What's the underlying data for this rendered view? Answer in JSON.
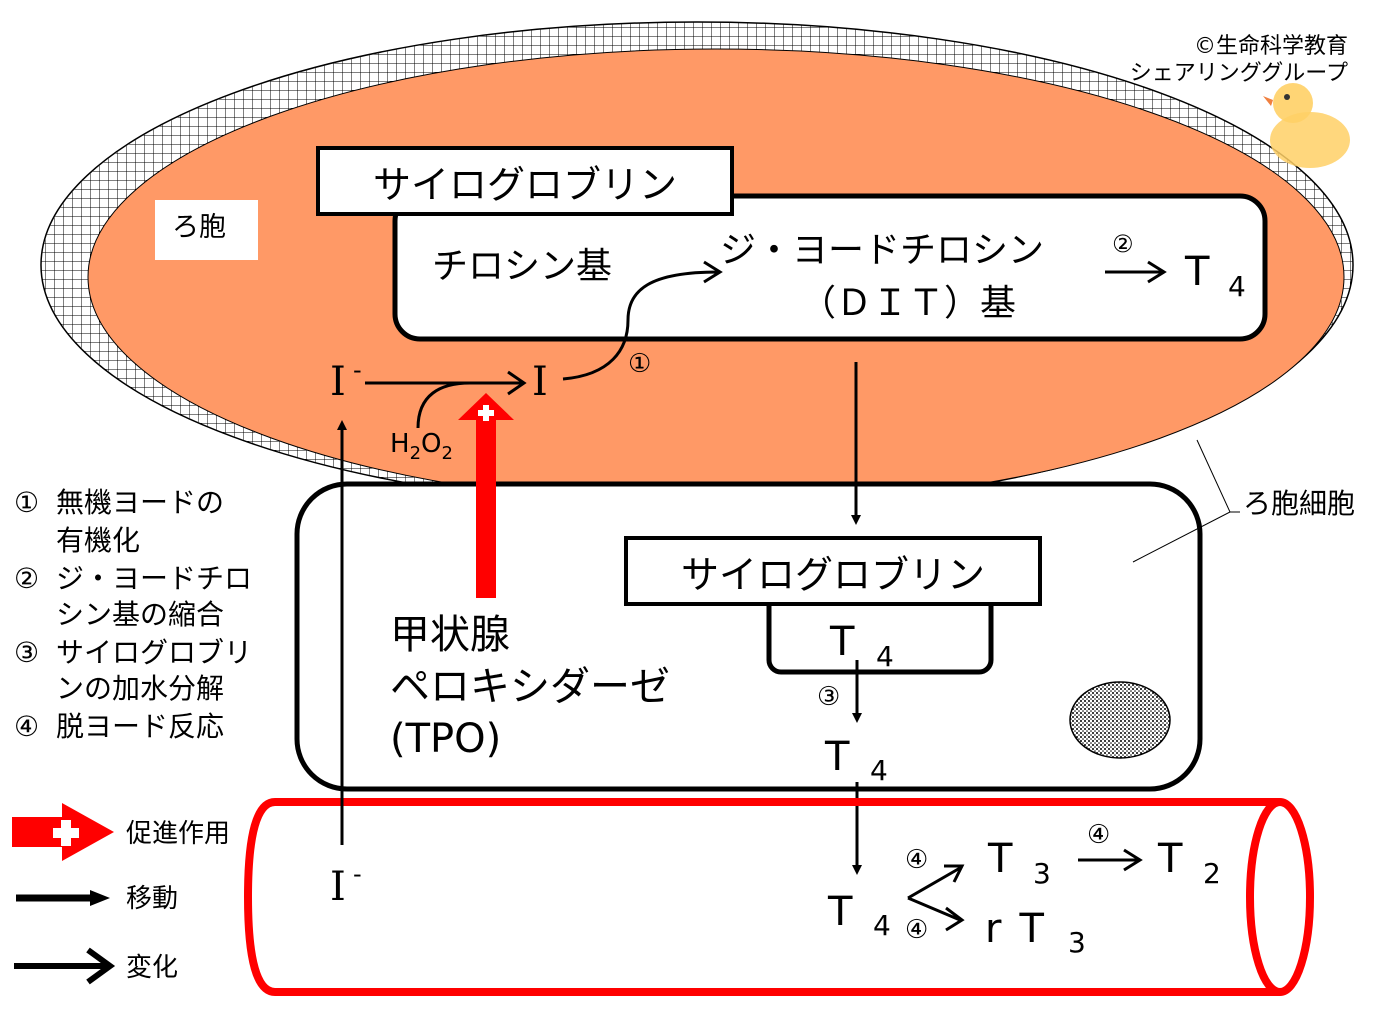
{
  "copyright": {
    "line1": "©生命科学教育",
    "line2": "シェアリンググループ"
  },
  "colloid": {
    "label": "ろ胞",
    "color": "#FF9966"
  },
  "thyroglobulin_top": "サイログロブリン",
  "tyrosine": "チロシン基",
  "dit_line1": "ジ・ヨードチロシン",
  "dit_line2": "（ＤＩＴ）基",
  "step2_mark": "②",
  "t4_top": {
    "T": "T",
    "sub": "4"
  },
  "iodide_in": {
    "I": "I",
    "sup": "-"
  },
  "iodine": "I",
  "step1_mark": "①",
  "h2o2": {
    "H": "H",
    "sub1": "2",
    "O": "O",
    "sub2": "2"
  },
  "cell_label": "ろ胞細胞",
  "thyroglobulin_cell": "サイログロブリン",
  "t4_bound": {
    "T": "T",
    "sub": "4"
  },
  "step3_mark": "③",
  "t4_free": {
    "T": "T",
    "sub": "4"
  },
  "tpo": {
    "line1": "甲状腺",
    "line2": "ペロキシダーゼ",
    "line3": "(TPO)"
  },
  "blood": {
    "iodide": {
      "I": "I",
      "sup": "-"
    },
    "t4": {
      "T": "T",
      "sub": "4"
    },
    "t3": {
      "T": "T",
      "sub": "3"
    },
    "rt3": {
      "r": "r",
      "T": "T",
      "sub": "3"
    },
    "t2": {
      "T": "T",
      "sub": "2"
    },
    "step4a": "④",
    "step4b": "④",
    "step4c": "④",
    "color": "#FF0000"
  },
  "notes": [
    {
      "num": "①",
      "line1": "無機ヨードの",
      "line2": "有機化"
    },
    {
      "num": "②",
      "line1": "ジ・ヨードチロ",
      "line2": "シン基の縮合"
    },
    {
      "num": "③",
      "line1": "サイログロブリ",
      "line2": "ンの加水分解"
    },
    {
      "num": "④",
      "line1": "脱ヨード反応",
      "line2": ""
    }
  ],
  "legend": {
    "promote": "促進作用",
    "move": "移動",
    "change": "変化"
  }
}
